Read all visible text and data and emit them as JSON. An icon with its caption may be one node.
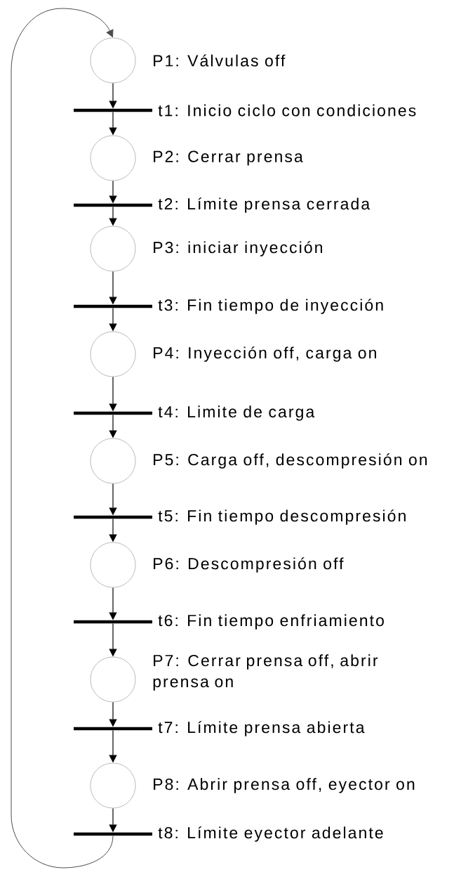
{
  "diagram": {
    "nodes": [
      {
        "text": [],
        "shape": "circle",
        "beside": [
          "P1: Válvulas off"
        ]
      },
      {
        "text": [],
        "shape": "bar",
        "beside": [
          "t1: Inicio ciclo con condiciones"
        ]
      },
      {
        "text": [],
        "shape": "circle",
        "beside": [
          "P2: Cerrar prensa"
        ]
      },
      {
        "text": [],
        "shape": "bar",
        "beside": [
          "t2: Límite prensa cerrada"
        ]
      },
      {
        "text": [],
        "shape": "circle",
        "beside": [
          "P3: iniciar inyección"
        ]
      },
      {
        "text": [],
        "shape": "bar",
        "beside": [
          "t3: Fin tiempo de inyección"
        ]
      },
      {
        "text": [],
        "shape": "circle",
        "beside": [
          "P4: Inyección off, carga on"
        ]
      },
      {
        "text": [],
        "shape": "bar",
        "beside": [
          "t4: Limite de carga"
        ]
      },
      {
        "text": [],
        "shape": "circle",
        "beside": [
          "P5: Carga off, descompresión on"
        ]
      },
      {
        "text": [],
        "shape": "bar",
        "beside": [
          "t5: Fin tiempo descompresión"
        ]
      },
      {
        "text": [],
        "shape": "circle",
        "beside": [
          "P6: Descompresión off"
        ]
      },
      {
        "text": [],
        "shape": "bar",
        "beside": [
          "t6: Fin tiempo enfriamiento"
        ]
      },
      {
        "text": [],
        "shape": "circle",
        "beside": [
          "P7: Cerrar prensa off, abrir prensa on"
        ]
      },
      {
        "text": [],
        "shape": "bar",
        "beside": [
          "t7: Límite prensa abierta"
        ]
      },
      {
        "text": [],
        "shape": "circle",
        "beside": [
          "P8: Abrir prensa off, eyector on"
        ]
      },
      {
        "text": [],
        "shape": "bar",
        "beside": [
          "t8: Límite eyector adelante"
        ]
      }
    ],
    "edges": [
      {
        "from": 0,
        "to": 1,
        "arrow": "to"
      },
      {
        "from": 1,
        "to": 2,
        "arrow": "to"
      },
      {
        "from": 2,
        "to": 3,
        "arrow": "to"
      },
      {
        "from": 3,
        "to": 4,
        "arrow": "to"
      },
      {
        "from": 4,
        "to": 5,
        "arrow": "to"
      },
      {
        "from": 5,
        "to": 6,
        "arrow": "to"
      },
      {
        "from": 6,
        "to": 7,
        "arrow": "to"
      },
      {
        "from": 7,
        "to": 8,
        "arrow": "to"
      },
      {
        "from": 8,
        "to": 9,
        "arrow": "to"
      },
      {
        "from": 9,
        "to": 10,
        "arrow": "to"
      },
      {
        "from": 10,
        "to": 11,
        "arrow": "to"
      },
      {
        "from": 11,
        "to": 12,
        "arrow": "to"
      },
      {
        "from": 12,
        "to": 13,
        "arrow": "to"
      },
      {
        "from": 13,
        "to": 14,
        "arrow": "to"
      },
      {
        "from": 14,
        "to": 15,
        "arrow": "to"
      },
      {
        "from": 15,
        "to": 0,
        "arrow": "to"
      }
    ]
  }
}
